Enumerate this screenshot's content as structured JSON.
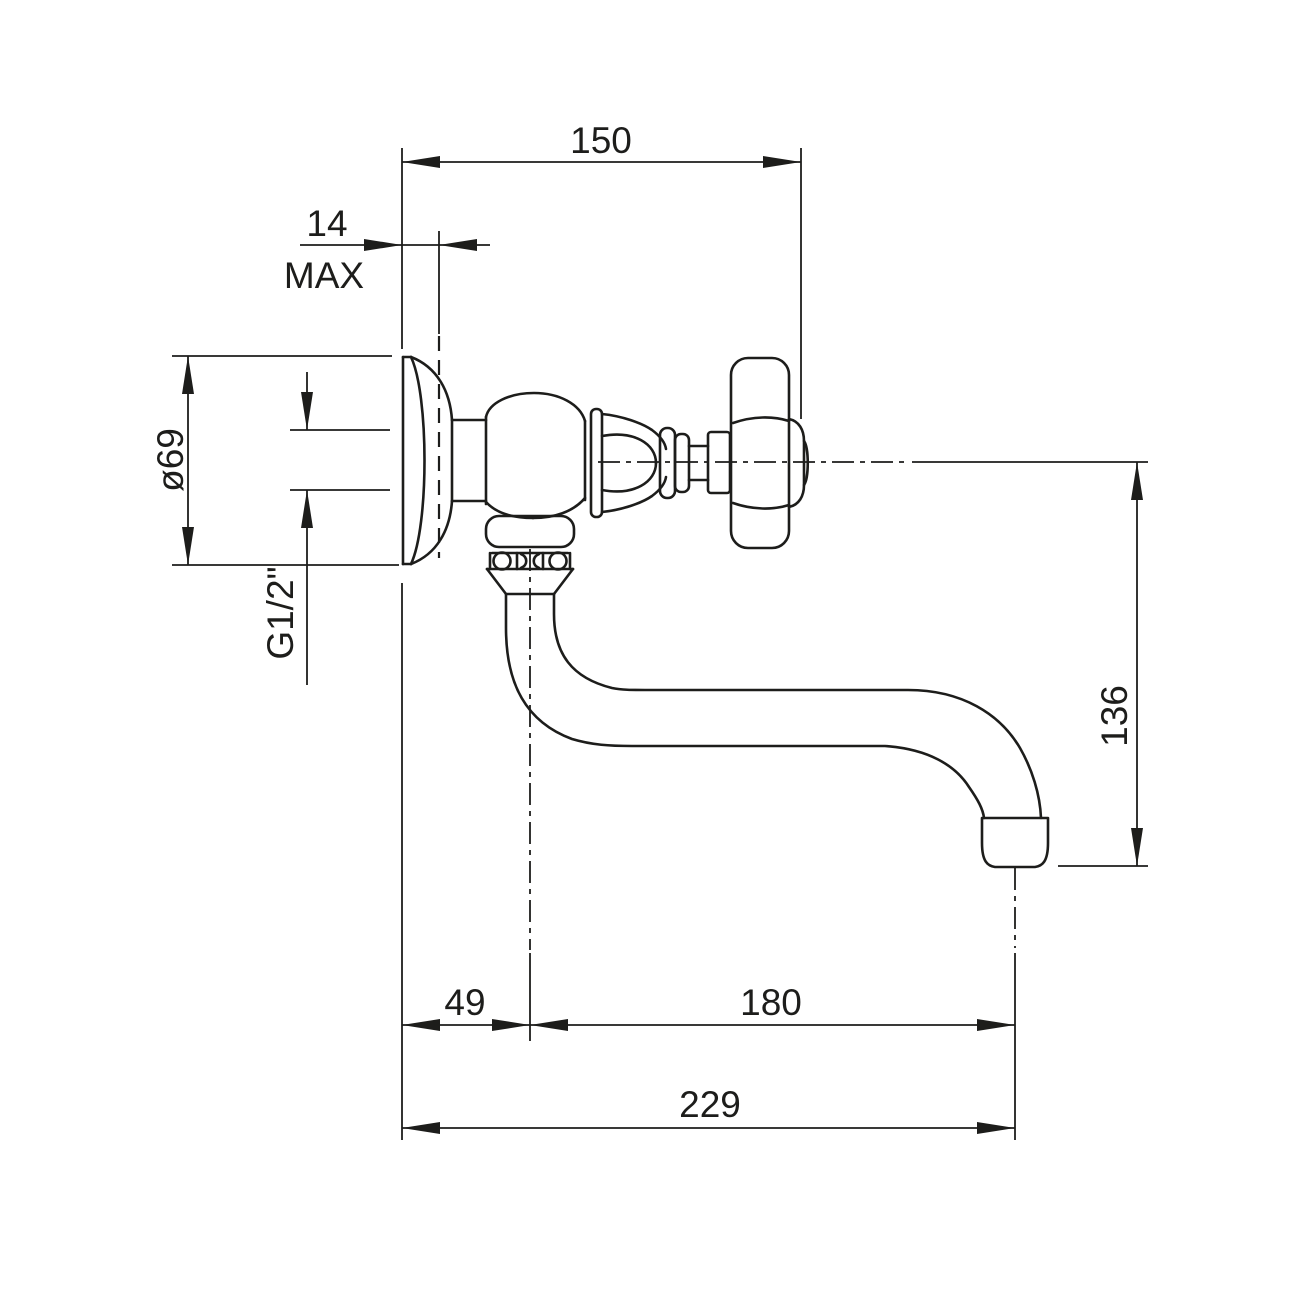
{
  "drawing": {
    "type": "technical-dimension-drawing",
    "subject": "wall-mounted tap with cross handle and swivel spout",
    "background": "#ffffff",
    "line_color": "#1d1d1b",
    "dimensions": {
      "wall_to_handle": "150",
      "wall_thickness": "14",
      "wall_thickness_note": "MAX",
      "flange_diameter": "ø69",
      "connection_thread": "G1/2\"",
      "outlet_drop": "136",
      "wall_to_spout_axis": "49",
      "spout_axis_to_outlet": "180",
      "total_projection": "229"
    }
  }
}
